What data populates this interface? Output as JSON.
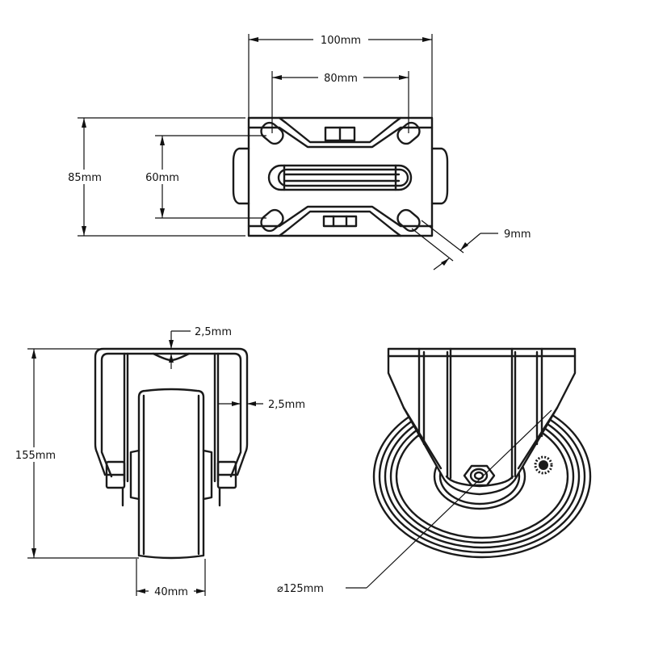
{
  "title": "Fixed castor technical drawing",
  "colors": {
    "ink": "#1a1a1a",
    "background": "#ffffff"
  },
  "views": {
    "top": {
      "name": "top-plate-view",
      "dimensions": {
        "plate_width": "100mm",
        "hole_spacing_x": "80mm",
        "plate_depth": "85mm",
        "hole_spacing_y": "60mm",
        "hole_slot_width": "9mm"
      }
    },
    "front": {
      "name": "front-view",
      "dimensions": {
        "total_height": "155mm",
        "top_plate_thickness": "2,5mm",
        "side_bracket_thickness": "2,5mm",
        "wheel_width": "40mm"
      }
    },
    "side": {
      "name": "side-view",
      "dimensions": {
        "wheel_diameter": "125mm",
        "diameter_symbol": "⌀"
      }
    }
  }
}
